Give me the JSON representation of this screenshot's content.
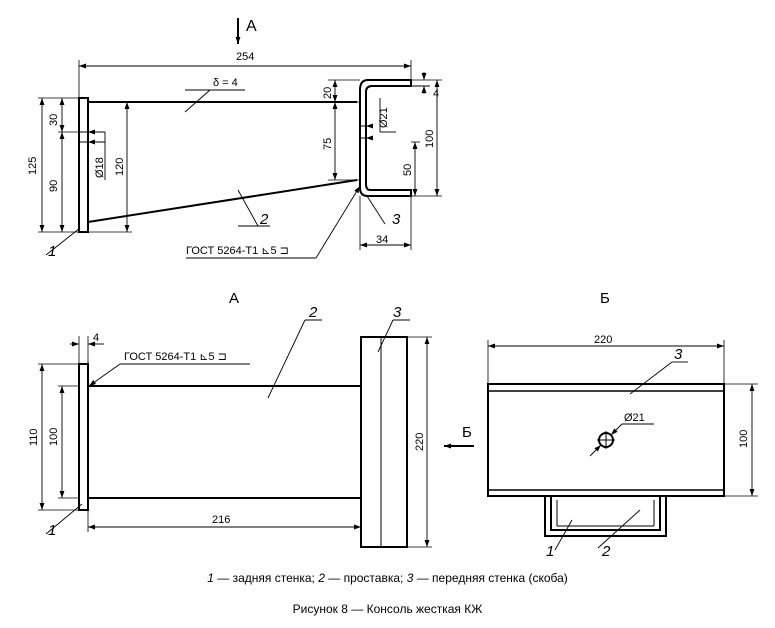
{
  "view_labels": {
    "arrow_a": "А",
    "section_a": "А",
    "section_b": "Б",
    "arrow_b": "Б"
  },
  "dims": {
    "d254": "254",
    "d125": "125",
    "d30": "30",
    "d90": "90",
    "d18": "Ø18",
    "d120": "120",
    "d20": "20",
    "d75": "75",
    "d21": "Ø21",
    "d4a": "4",
    "d100": "100",
    "d50": "50",
    "d34": "34",
    "thickness": "δ = 4",
    "a_d4": "4",
    "a_d110": "110",
    "a_d100": "100",
    "a_d216": "216",
    "a_d220": "220",
    "b_d220": "220",
    "b_d100": "100",
    "b_d21": "Ø21"
  },
  "weld_note": "ГОСТ 5264-Т1 ⊾5 ⊐",
  "part_refs": {
    "p1": "1",
    "p2": "2",
    "p3": "3"
  },
  "legend": {
    "n1": "1",
    "t1": " — задняя стенка; ",
    "n2": "2",
    "t2": " — проставка; ",
    "n3": "3",
    "t3": " — передняя стенка (скоба)"
  },
  "caption": "Рисунок 8 — Консоль жесткая КЖ"
}
